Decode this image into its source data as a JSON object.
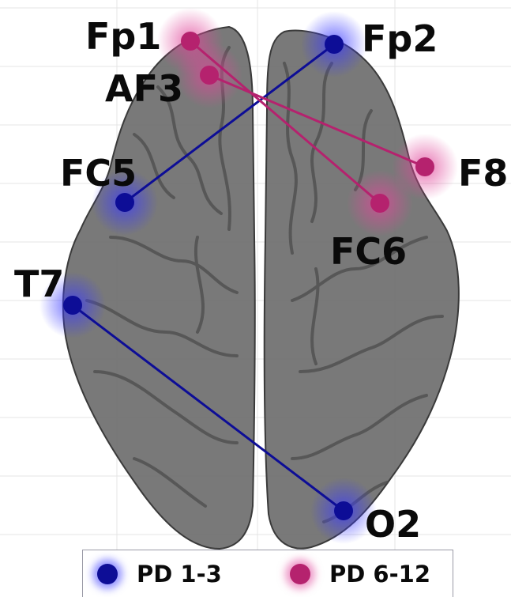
{
  "colors": {
    "pd_1_3": "#0d0d96",
    "pd_6_12": "#b5226e",
    "pd_1_3_glow": "#3a3aff",
    "pd_6_12_glow": "#e0479a",
    "brain_fill": "#6e6e6e",
    "brain_stroke": "#3a3a3a"
  },
  "electrodes": [
    {
      "id": "fp1",
      "label": "Fp1",
      "group": "pd_6_12"
    },
    {
      "id": "fp2",
      "label": "Fp2",
      "group": "pd_1_3"
    },
    {
      "id": "af3",
      "label": "AF3",
      "group": "pd_6_12"
    },
    {
      "id": "fc5",
      "label": "FC5",
      "group": "pd_1_3"
    },
    {
      "id": "f8",
      "label": "F8",
      "group": "pd_6_12"
    },
    {
      "id": "fc6",
      "label": "FC6",
      "group": "pd_6_12"
    },
    {
      "id": "t7",
      "label": "T7",
      "group": "pd_1_3"
    },
    {
      "id": "o2",
      "label": "O2",
      "group": "pd_1_3"
    }
  ],
  "connections": [
    {
      "from": "fp2",
      "to": "fc5",
      "group": "pd_1_3"
    },
    {
      "from": "t7",
      "to": "o2",
      "group": "pd_1_3"
    },
    {
      "from": "fp1",
      "to": "fc6",
      "group": "pd_6_12"
    },
    {
      "from": "af3",
      "to": "f8",
      "group": "pd_6_12"
    }
  ],
  "legend": {
    "pd_1_3_label": "PD 1-3",
    "pd_6_12_label": "PD 6-12"
  }
}
